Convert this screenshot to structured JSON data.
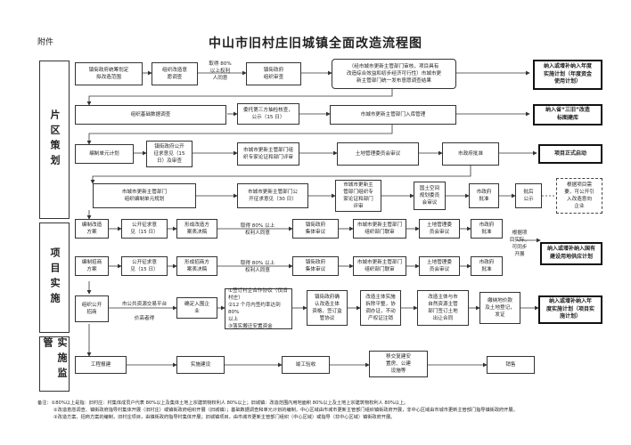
{
  "header": {
    "attachment": "附件",
    "title": "中山市旧村庄旧城镇全面改造流程图"
  },
  "phases": {
    "planning": "片区策划",
    "implementation": "项目实施",
    "supervision": "实施监管"
  },
  "nodes": {
    "r1_a": "镇街政府统筹划定\n拟改造范围",
    "r1_b": "组织改造意\n愿调查",
    "r1_label": "取得 80%\n以上权利\n人同意",
    "r1_c": "镇街政府\n组织审查",
    "r1_d": "（经市城市更新主管部门审核，项目具有\n改造综合效益和初步经济可行性）市城市更\n新主管部门统一发布意愿调查结果",
    "r1_e": "纳入或增补纳入年度\n实施计划（年度资金\n使用计划）",
    "r2_a": "组织基础数据调查",
    "r2_b": "委托第三方抽检核查，\n公示（15 日）",
    "r2_c": "市城市更新主管部门入库管理",
    "r2_d": "纳入省“三旧”改造\n标图建库",
    "r3_a": "编制单元计划",
    "r3_b": "镇街政府公开\n征求意见（15\n日）及审查",
    "r3_c": "市城市更新主管部门组\n织专家论证和部门评审",
    "r3_d": "土地管理委员会审议",
    "r3_e": "市政府批准",
    "r3_f": "项目正式启动",
    "r4_a": "市城市更新主管部门\n组织编制单元规划",
    "r4_b": "市城市更新主管部门公\n开征求意见（30 日）",
    "r4_c": "市城市更新主\n管部门组织专\n家论证和部门\n评审",
    "r4_d": "国土空间\n规划委员\n会审议",
    "r4_e": "市政府\n批准",
    "r4_f": "批后\n公示",
    "r4_note": "根据项目需\n要，可公开引\n入改造意向\n企业",
    "r5_a": "编制改造\n方案",
    "r5_b": "公开征求意\n见（15 日）",
    "r5_c": "形成改造方\n案表决稿",
    "r5_label": "取得 80% 以上\n权利人同意",
    "r5_d": "镇街政府\n集体审议",
    "r5_e": "市城市更新主管部门\n组织部门联审",
    "r5_f": "土地管理委\n员会审议",
    "r5_g": "市政府\n批准",
    "right_note": "根据项\n目实际，\n可同步\n开展",
    "r5_h": "纳入或增补纳入国有\n建设用地供应计划",
    "r6_a": "编制招商\n方案",
    "r6_b": "公开征求意\n见（15 日）",
    "r6_c": "形成招商方\n案表决稿",
    "r6_label": "取得 80% 以上\n权利人同意",
    "r6_d": "镇街政府\n集体审议",
    "r6_e": "市城市更新主管部门\n组织部门联审",
    "r6_f": "土地管理委\n员会审议",
    "r6_g": "市政府\n批准",
    "r7_a": "组织公开\n招商",
    "r7_label_top": "市公共资源交易平台",
    "r7_label_bottom": "价高者得",
    "r7_b": "确定入围企\n业",
    "r7_c": "①签订村企合作协议（仅旧\n村庄）\n②12 个月内签约率达到 80%\n以上\n③落实搬迁安置资金",
    "r7_d": "镇街政府确\n认改造主体\n资格，签订监\n管协议",
    "r7_e": "改造主体实施\n拆除平整，协\n调办证，不动\n产权证注销",
    "r7_f": "改造主体与市\n自然资源主管\n部门签订土地\n出让合同",
    "r7_g": "缴纳地价款\n及土地登记，\n发证",
    "r7_h": "纳入或增补纳入年\n度实施计划（项目实\n施计划）",
    "r8_a": "工程报建",
    "r8_b": "实施建设",
    "r8_c": "竣工验收",
    "r8_d": "移交复建安\n置房、公建\n设施等",
    "r8_e": "销售"
  },
  "notes": {
    "prefix": "备注：",
    "n1": "①80%以上是指：旧村庄：村集体成员户代表 80%以上及集体土地上宗建筑物权利人 80%以上；旧城镇：改造范围内用地面积 80%以上及土地上宗建筑物权利人 80%以上。",
    "n2": "②改造意愿调查、镇街政府指导村集体开展（旧村庄）或镇街政府组织开展（旧城镇）；基础数据调查和单元计划的编制，中心区域由市城市更新主管部门组织镇街政府开展，非中心区域由市城市更新主管部门指导镇街政府开展。",
    "n3": "③改造方案、招商方案的编制，旧村庄项目，由镇街政府指导村集体开展；旧城镇项目，由市城市更新主管部门组织（中心区域）或指导（非中心区域）镇街政府开展。"
  }
}
